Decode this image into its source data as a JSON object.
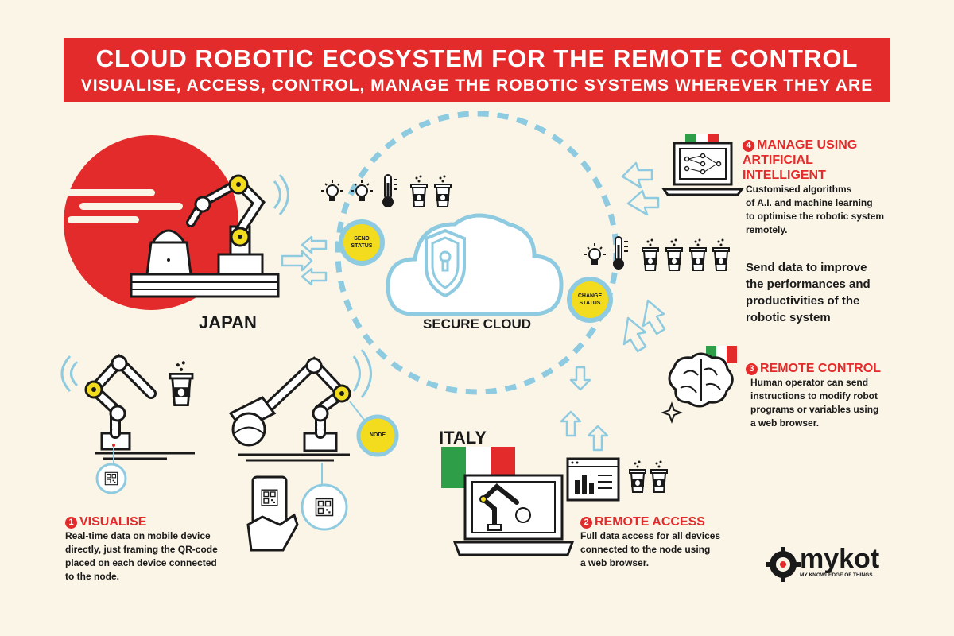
{
  "banner": {
    "title": "CLOUD ROBOTIC ECOSYSTEM FOR THE REMOTE CONTROL",
    "subtitle": "VISUALISE, ACCESS, CONTROL, MANAGE THE ROBOTIC SYSTEMS WHEREVER THEY ARE"
  },
  "labels": {
    "japan": "JAPAN",
    "italy": "ITALY",
    "secure_cloud": "SECURE CLOUD",
    "send_status_1": "SEND",
    "send_status_2": "STATUS",
    "change_status_1": "CHANGE",
    "change_status_2": "STATUS",
    "node": "NODE"
  },
  "sections": {
    "visualise": {
      "number": "1",
      "title": "VISUALISE",
      "text": [
        "Real-time data on mobile device",
        "directly, just framing the QR-code",
        "placed on each device connected",
        "to the node."
      ]
    },
    "remote_access": {
      "number": "2",
      "title": "REMOTE ACCESS",
      "text": [
        "Full data access for all devices",
        "connected to the node using",
        "a web browser."
      ]
    },
    "remote_control": {
      "number": "3",
      "title": "REMOTE CONTROL",
      "text": [
        "Human operator can send",
        "instructions to modify robot",
        "programs or variables using",
        "a web browser."
      ]
    },
    "manage": {
      "number": "4",
      "title_1": "MANAGE USING",
      "title_2": "ARTIFICIAL",
      "title_3": "INTELLIGENT",
      "text": [
        "Customised algorithms",
        "of A.I. and machine learning",
        "to optimise the robotic system",
        "remotely."
      ]
    },
    "send_data": [
      "Send data to improve",
      "the performances and",
      "productivities of the",
      "robotic system"
    ]
  },
  "logo": {
    "name": "mykot",
    "tagline": "MY KNOWLEDGE OF THINGS"
  },
  "colors": {
    "red": "#e32b2b",
    "blue": "#8fcbe0",
    "yellow": "#f2dc1d",
    "dark": "#1a1a1a",
    "green": "#2e9e48",
    "background": "#fbf5e8"
  }
}
